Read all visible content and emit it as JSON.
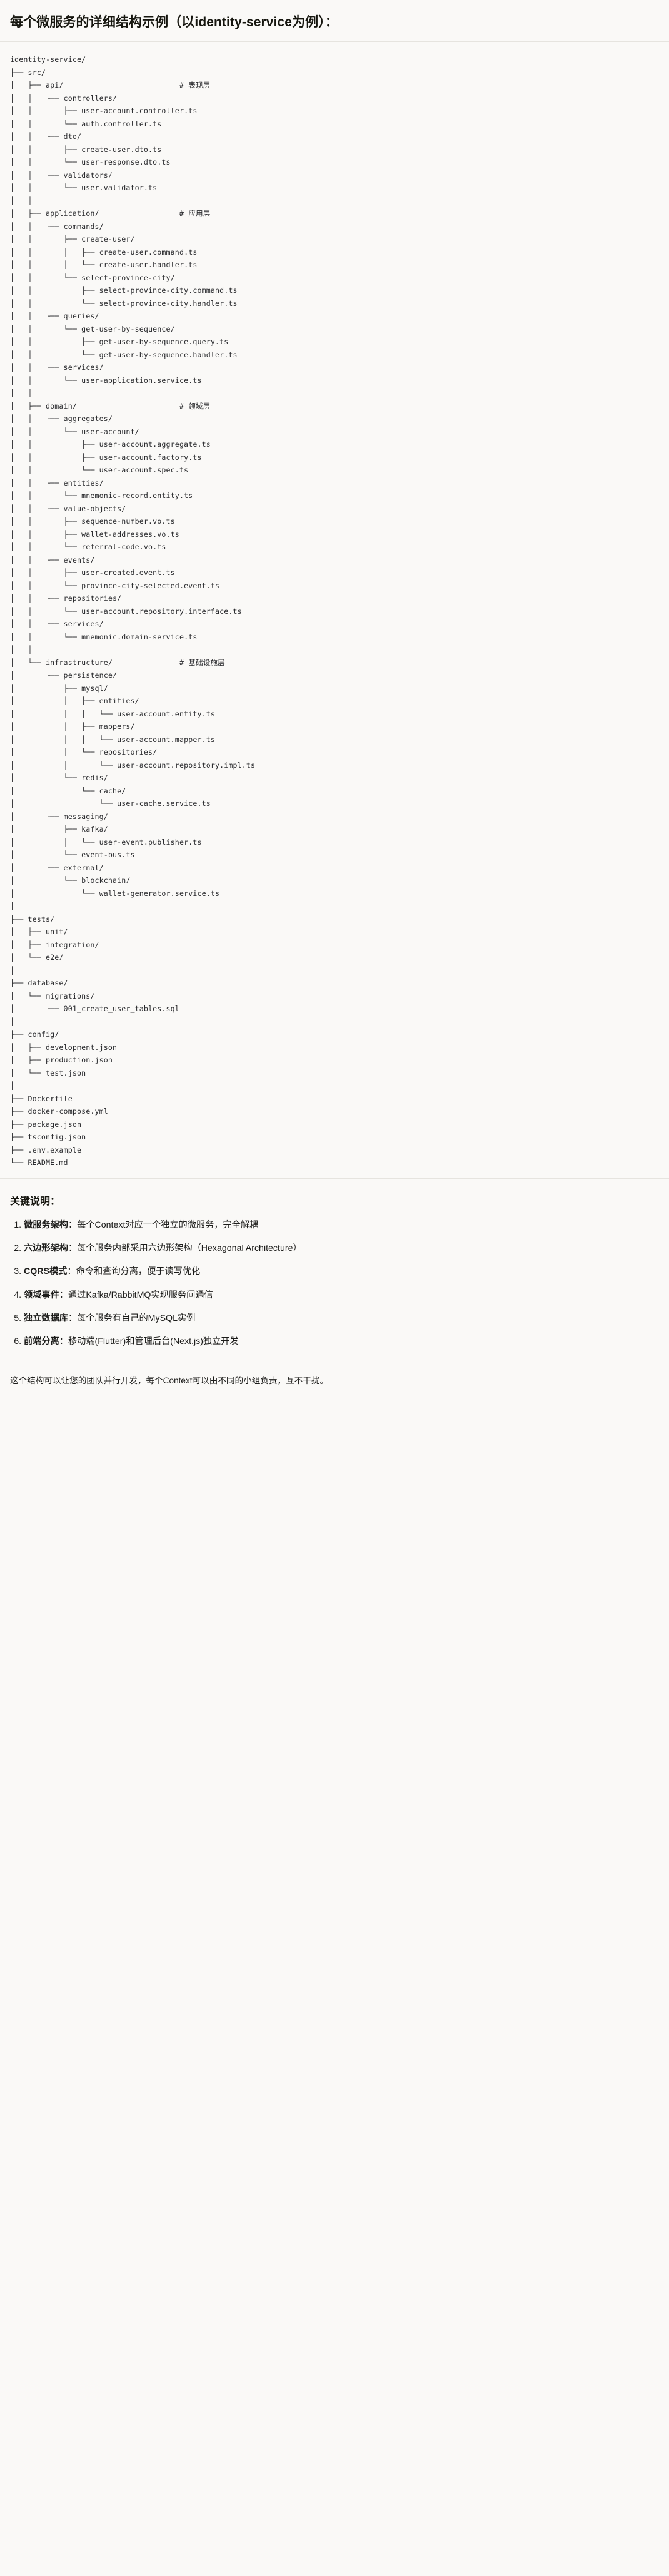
{
  "header": {
    "title": "每个微服务的详细结构示例（以identity-service为例）："
  },
  "tree": {
    "root": "identity-service/",
    "text": "identity-service/\n├── src/\n│   ├── api/                          # 表现层\n│   │   ├── controllers/\n│   │   │   ├── user-account.controller.ts\n│   │   │   └── auth.controller.ts\n│   │   ├── dto/\n│   │   │   ├── create-user.dto.ts\n│   │   │   └── user-response.dto.ts\n│   │   └── validators/\n│   │       └── user.validator.ts\n│   │\n│   ├── application/                  # 应用层\n│   │   ├── commands/\n│   │   │   ├── create-user/\n│   │   │   │   ├── create-user.command.ts\n│   │   │   │   └── create-user.handler.ts\n│   │   │   └── select-province-city/\n│   │   │       ├── select-province-city.command.ts\n│   │   │       └── select-province-city.handler.ts\n│   │   ├── queries/\n│   │   │   └── get-user-by-sequence/\n│   │   │       ├── get-user-by-sequence.query.ts\n│   │   │       └── get-user-by-sequence.handler.ts\n│   │   └── services/\n│   │       └── user-application.service.ts\n│   │\n│   ├── domain/                       # 领域层\n│   │   ├── aggregates/\n│   │   │   └── user-account/\n│   │   │       ├── user-account.aggregate.ts\n│   │   │       ├── user-account.factory.ts\n│   │   │       └── user-account.spec.ts\n│   │   ├── entities/\n│   │   │   └── mnemonic-record.entity.ts\n│   │   ├── value-objects/\n│   │   │   ├── sequence-number.vo.ts\n│   │   │   ├── wallet-addresses.vo.ts\n│   │   │   └── referral-code.vo.ts\n│   │   ├── events/\n│   │   │   ├── user-created.event.ts\n│   │   │   └── province-city-selected.event.ts\n│   │   ├── repositories/\n│   │   │   └── user-account.repository.interface.ts\n│   │   └── services/\n│   │       └── mnemonic.domain-service.ts\n│   │\n│   └── infrastructure/               # 基础设施层\n│       ├── persistence/\n│       │   ├── mysql/\n│       │   │   ├── entities/\n│       │   │   │   └── user-account.entity.ts\n│       │   │   ├── mappers/\n│       │   │   │   └── user-account.mapper.ts\n│       │   │   └── repositories/\n│       │   │       └── user-account.repository.impl.ts\n│       │   └── redis/\n│       │       └── cache/\n│       │           └── user-cache.service.ts\n│       ├── messaging/\n│       │   ├── kafka/\n│       │   │   └── user-event.publisher.ts\n│       │   └── event-bus.ts\n│       └── external/\n│           └── blockchain/\n│               └── wallet-generator.service.ts\n│\n├── tests/\n│   ├── unit/\n│   ├── integration/\n│   └── e2e/\n│\n├── database/\n│   └── migrations/\n│       └── 001_create_user_tables.sql\n│\n├── config/\n│   ├── development.json\n│   ├── production.json\n│   └── test.json\n│\n├── Dockerfile\n├── docker-compose.yml\n├── package.json\n├── tsconfig.json\n├── .env.example\n└── README.md",
    "layer_comments": [
      {
        "label": "# 表现层",
        "for": "api/"
      },
      {
        "label": "# 应用层",
        "for": "application/"
      },
      {
        "label": "# 领域层",
        "for": "domain/"
      },
      {
        "label": "# 基础设施层",
        "for": "infrastructure/"
      }
    ]
  },
  "notes": {
    "heading": "关键说明：",
    "items": [
      {
        "term": "微服务架构",
        "sep": "：",
        "desc": "每个Context对应一个独立的微服务，完全解耦"
      },
      {
        "term": "六边形架构",
        "sep": "：",
        "desc": "每个服务内部采用六边形架构（Hexagonal Architecture）"
      },
      {
        "term": "CQRS模式",
        "sep": "：",
        "desc": "命令和查询分离，便于读写优化"
      },
      {
        "term": "领域事件",
        "sep": "：",
        "desc": "通过Kafka/RabbitMQ实现服务间通信"
      },
      {
        "term": "独立数据库",
        "sep": "：",
        "desc": "每个服务有自己的MySQL实例"
      },
      {
        "term": "前端分离",
        "sep": "：",
        "desc": "移动端(Flutter)和管理后台(Next.js)独立开发"
      }
    ],
    "closing": "这个结构可以让您的团队并行开发，每个Context可以由不同的小组负责，互不干扰。"
  },
  "colors": {
    "page_background": "#faf9f7",
    "text": "#1c1c1a",
    "code_text": "#2a2b2e",
    "divider": "#e6e4df"
  }
}
